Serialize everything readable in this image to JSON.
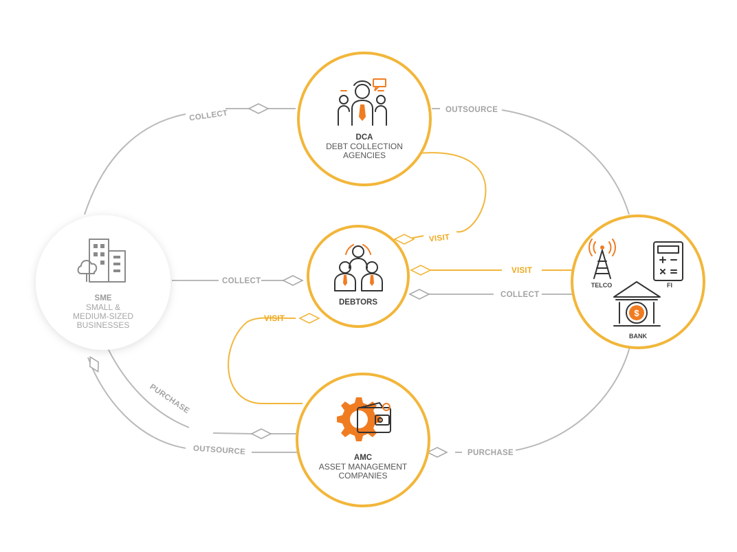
{
  "nodes": {
    "dca": {
      "code": "DCA",
      "name_line1": "DEBT COLLECTION",
      "name_line2": "AGENCIES"
    },
    "sme": {
      "code": "SME",
      "name_line1": "SMALL &",
      "name_line2": "MEDIUM-SIZED",
      "name_line3": "BUSINESSES"
    },
    "debtors": {
      "code": "DEBTORS"
    },
    "creditors": {
      "telco": "TELCO",
      "fi": "FI",
      "bank": "BANK"
    },
    "amc": {
      "code": "AMC",
      "name_line1": "ASSET MANAGEMENT",
      "name_line2": "COMPANIES"
    }
  },
  "edges": {
    "sme_dca_collect": "COLLECT",
    "dca_creditors_outsource": "OUTSOURCE",
    "dca_debtors_visit": "VISIT",
    "creditors_debtors_visit": "VISIT",
    "creditors_debtors_collect": "COLLECT",
    "sme_debtors_collect": "COLLECT",
    "amc_debtors_visit": "VISIT",
    "sme_amc_purchase": "PURCHASE",
    "sme_amc_outsource": "OUTSOURCE",
    "creditors_amc_purchase": "PURCHASE"
  },
  "colors": {
    "accent": "#f2b63a",
    "icon_accent": "#f07c22",
    "edge_grey": "#b9b9b9",
    "text_dark": "#3e3e3e"
  }
}
